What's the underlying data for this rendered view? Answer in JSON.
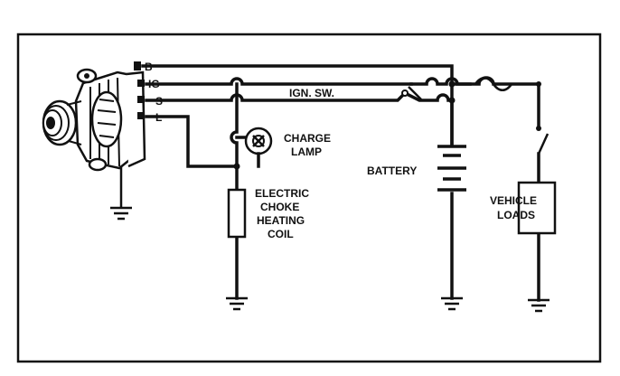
{
  "diagram": {
    "terminals": {
      "b": "B",
      "ig": "IG",
      "s": "S",
      "l": "L"
    },
    "labels": {
      "ign_sw": "IGN. SW.",
      "charge_lamp_line1": "CHARGE",
      "charge_lamp_line2": "LAMP",
      "battery": "BATTERY",
      "choke_line1": "ELECTRIC",
      "choke_line2": "CHOKE",
      "choke_line3": "HEATING",
      "choke_line4": "COIL",
      "loads_line1": "VEHICLE",
      "loads_line2": "LOADS"
    },
    "colors": {
      "ink": "#111111",
      "background": "#ffffff"
    }
  }
}
